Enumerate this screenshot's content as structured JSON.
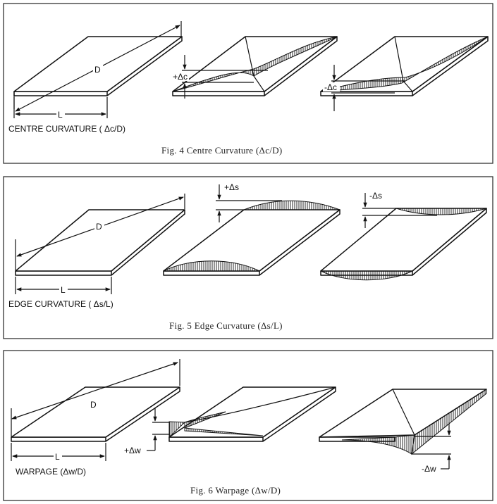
{
  "figures": [
    {
      "label": "CENTRE CURVATURE ( Δc/D)",
      "caption": "Fig. 4  Centre Curvature (Δc/D)",
      "dims": {
        "diag": "D",
        "len": "L",
        "pos": "+Δc",
        "neg": "-Δc"
      }
    },
    {
      "label": "EDGE CURVATURE ( Δs/L)",
      "caption": "Fig. 5  Edge Curvature (Δs/L)",
      "dims": {
        "diag": "D",
        "len": "L",
        "pos": "+Δs",
        "neg": "-Δs"
      }
    },
    {
      "label": "WARPAGE (Δw/D)",
      "caption": "Fig. 6  Warpage (Δw/D)",
      "dims": {
        "diag": "D",
        "len": "L",
        "pos": "+Δw",
        "neg": "-Δw"
      }
    }
  ]
}
